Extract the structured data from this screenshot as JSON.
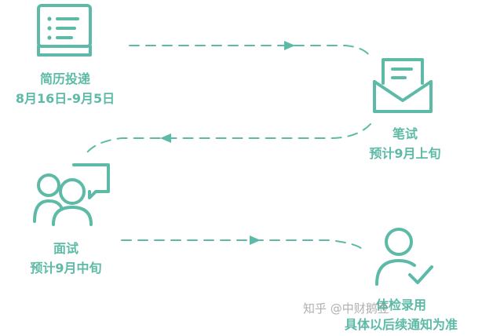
{
  "colors": {
    "accent": "#5cbaa6",
    "watermark": "#9a9a9a"
  },
  "stages": [
    {
      "title": "简历投递",
      "date": "8月16日-9月5日",
      "icon": "resume-document-icon"
    },
    {
      "title": "笔试",
      "date": "预计9月上旬",
      "icon": "envelope-letter-icon"
    },
    {
      "title": "面试",
      "date": "预计9月中旬",
      "icon": "interview-people-icon"
    },
    {
      "title": "体检录用",
      "date": "具体以后续通知为准",
      "icon": "user-check-icon"
    }
  ],
  "watermark": "知乎 @中财鹅豆"
}
